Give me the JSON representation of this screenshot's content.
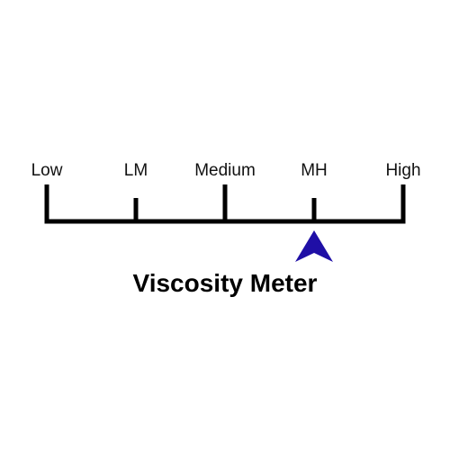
{
  "meter": {
    "title": "Viscosity Meter",
    "levels": [
      "Low",
      "LM",
      "Medium",
      "MH",
      "High"
    ],
    "indicated_level": "MH",
    "indicated_index": 3,
    "line_color": "#000000",
    "pointer_color": "#1f0fa6"
  }
}
